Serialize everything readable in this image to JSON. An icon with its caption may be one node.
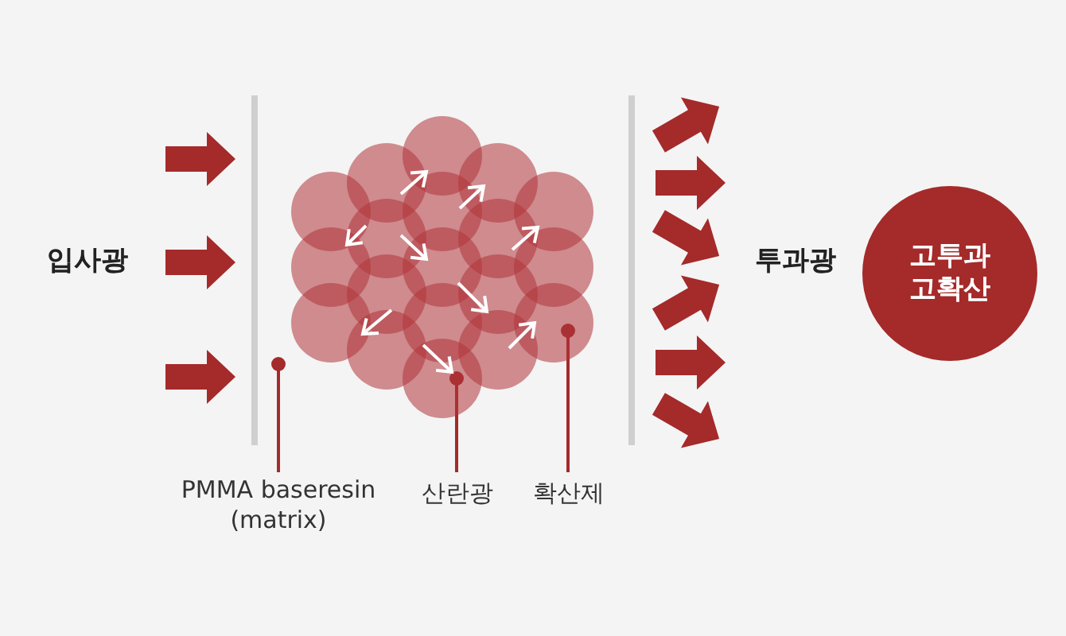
{
  "diagram": {
    "nodes": [
      {
        "text": [
          "입사광"
        ]
      },
      {
        "text": [
          "투과광"
        ]
      },
      {
        "text": [
          "고투과 고확산"
        ]
      },
      {
        "text": [
          "PMMA baseresin (matrix)"
        ]
      },
      {
        "text": [
          "산란광"
        ]
      },
      {
        "text": [
          "확산제"
        ]
      },
      {
        "text": [],
        "shape": "picture"
      }
    ],
    "edges": [
      {
        "from": 3,
        "to": 6,
        "arrow": "other",
        "color": "#a52a2a"
      },
      {
        "from": 4,
        "to": 6,
        "arrow": "other",
        "color": "#a52a2a"
      },
      {
        "from": 5,
        "to": 6,
        "arrow": "other",
        "color": "#a52a2a"
      }
    ]
  }
}
